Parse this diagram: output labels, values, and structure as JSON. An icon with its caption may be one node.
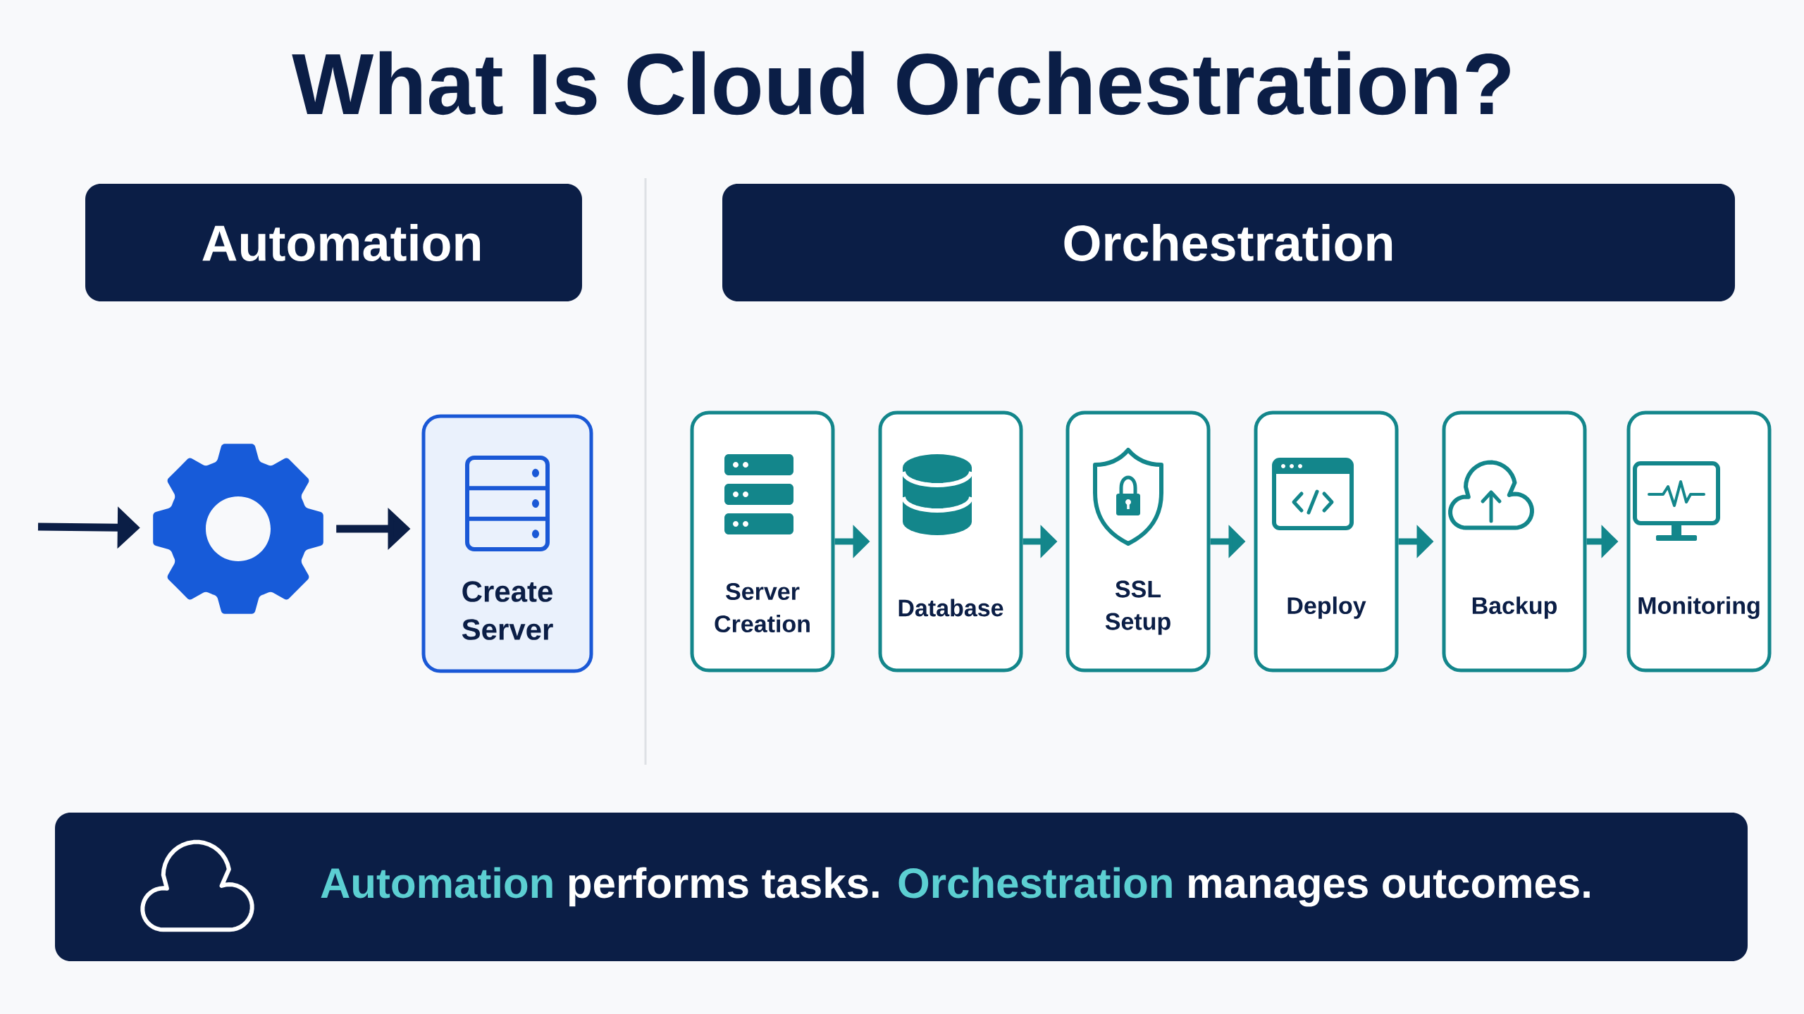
{
  "diagram": {
    "title": "What Is Cloud Orchestration?",
    "nodes": [
      {
        "text": [
          "Automation"
        ]
      },
      {
        "text": [
          "Orchestration"
        ]
      },
      {
        "text": [],
        "shape": "gear"
      },
      {
        "text": [
          "Create Server"
        ]
      },
      {
        "text": [
          "Server Creation"
        ]
      },
      {
        "text": [
          "Database"
        ]
      },
      {
        "text": [
          "SSL Setup"
        ]
      },
      {
        "text": [
          "Deploy"
        ]
      },
      {
        "text": [
          "Backup"
        ]
      },
      {
        "text": [
          "Monitoring"
        ]
      },
      {
        "text": [
          "Automation performs tasks. Orchestration manages outcomes."
        ]
      }
    ],
    "edges": [
      {
        "from": null,
        "to": 2,
        "arrow": "to",
        "color": "#0b1e46"
      },
      {
        "from": 2,
        "to": 3,
        "arrow": "to",
        "color": "#0b1e46"
      },
      {
        "from": 4,
        "to": 5,
        "arrow": "to"
      },
      {
        "from": 5,
        "to": 6,
        "arrow": "to"
      },
      {
        "from": 6,
        "to": 7,
        "arrow": "to"
      },
      {
        "from": 7,
        "to": 8,
        "arrow": "to"
      },
      {
        "from": 8,
        "to": 9,
        "arrow": "to"
      }
    ]
  }
}
